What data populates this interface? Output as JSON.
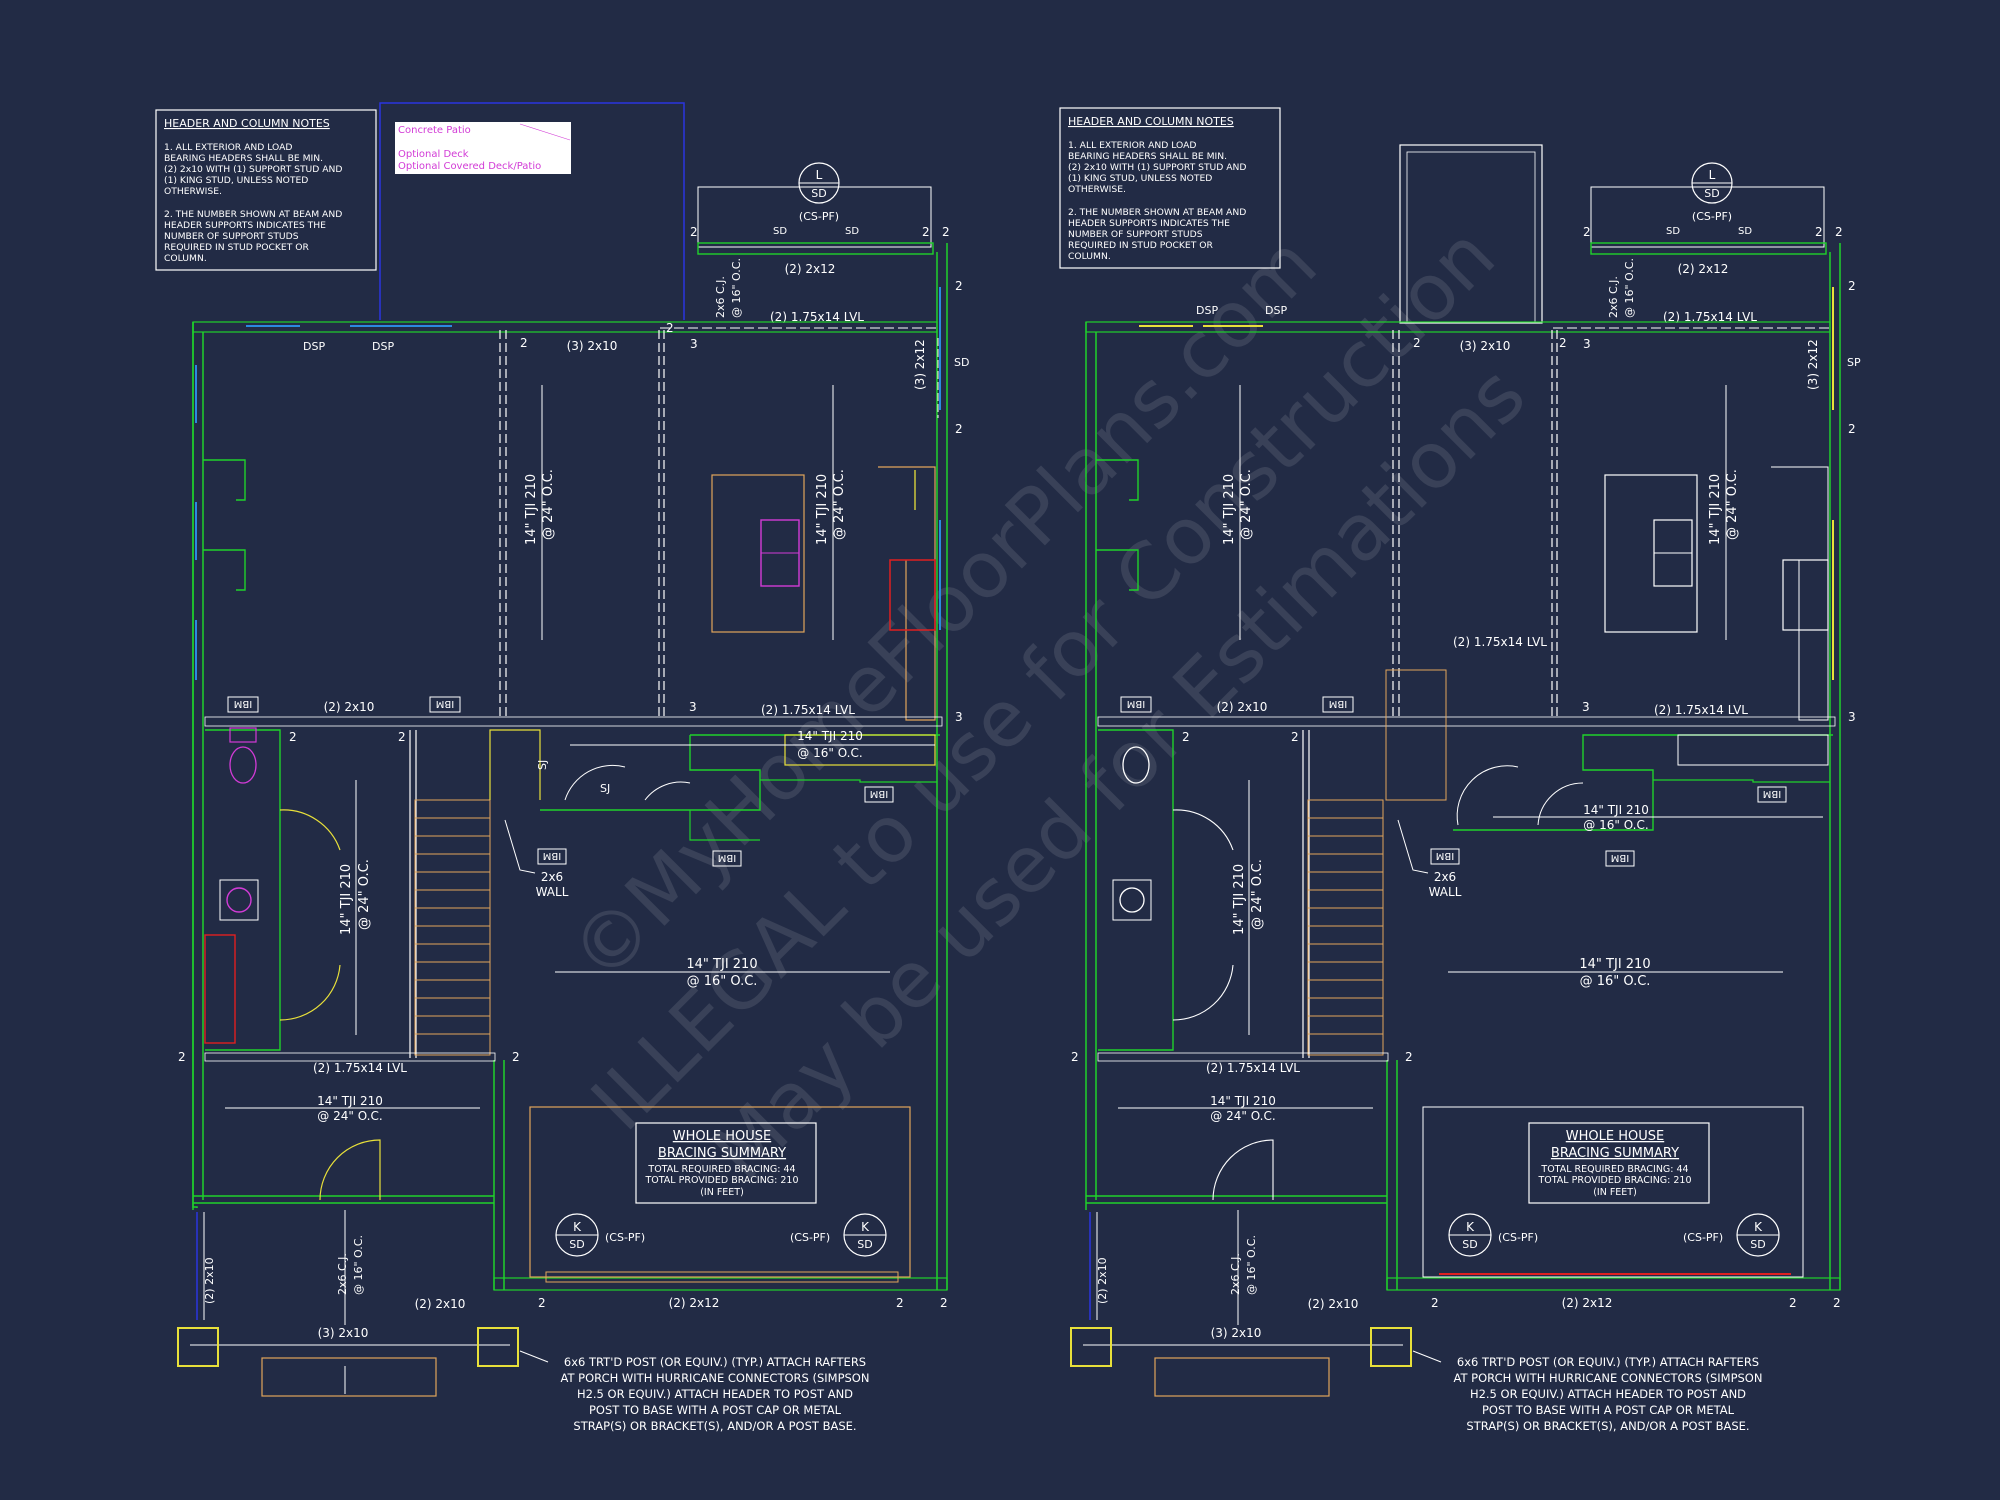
{
  "watermark": {
    "line1": "©MyHomeFloorPlans.com",
    "line2": "ILLEGAL to use for Construction",
    "line3": "May be used for Estimations"
  },
  "notes": {
    "title": "HEADER AND COLUMN NOTES",
    "lines": [
      "1. ALL EXTERIOR AND LOAD",
      "BEARING HEADERS SHALL BE MIN.",
      "(2) 2x10 WITH (1) SUPPORT STUD AND",
      "(1) KING STUD, UNLESS NOTED",
      "OTHERWISE.",
      "",
      "2. THE NUMBER SHOWN AT BEAM AND",
      "HEADER SUPPORTS INDICATES THE",
      "NUMBER OF SUPPORT STUDS",
      "REQUIRED IN STUD POCKET OR",
      "COLUMN."
    ]
  },
  "options_legend": {
    "items": [
      "Concrete Patio",
      "Optional Deck",
      "Optional Covered Deck/Patio"
    ]
  },
  "bracing": {
    "title1": "WHOLE HOUSE",
    "title2": "BRACING SUMMARY",
    "line1": "TOTAL REQUIRED BRACING: 44",
    "line2": "TOTAL PROVIDED BRACING: 210",
    "line3": "(IN FEET)"
  },
  "post_note": {
    "lines": [
      "6x6 TRT'D POST (OR EQUIV.) (TYP.) ATTACH RAFTERS",
      "AT PORCH WITH HURRICANE CONNECTORS (SIMPSON",
      "H2.5 OR EQUIV.) ATTACH HEADER TO POST AND",
      "POST TO BASE WITH A POST CAP OR METAL",
      "STRAP(S) OR BRACKET(S), AND/OR A POST BASE."
    ]
  },
  "labels": {
    "l_top": "L",
    "sd": "SD",
    "cs_pf": "(CS-PF)",
    "k": "K",
    "h_2x12": "(2) 2x12",
    "h_2x12_rot": "(3) 2x12",
    "lvl_175": "(2) 1.75x14 LVL",
    "h_3x10": "(3) 2x10",
    "h_2x10": "(2) 2x10",
    "tji24a": "14\" TJI 210",
    "tji24b": "@ 24\" O.C.",
    "tji16b": "@ 16\" O.C.",
    "cj1": "2x6 C.J.",
    "cj2": "@ 16\" O.C.",
    "dsp": "DSP",
    "sp": "SP",
    "ibm": "IBM",
    "sj": "SJ",
    "wall1": "2x6",
    "wall2": "WALL",
    "n2": "2",
    "n3": "3"
  },
  "colors": {
    "background": "#222b45",
    "wall_green": "#1fd12b",
    "dim_white": "#ffffff",
    "yellow": "#e8e03a",
    "orange": "#e1a55c",
    "magenta": "#d23bd6",
    "red": "#e02020",
    "blue": "#2b34e0"
  }
}
